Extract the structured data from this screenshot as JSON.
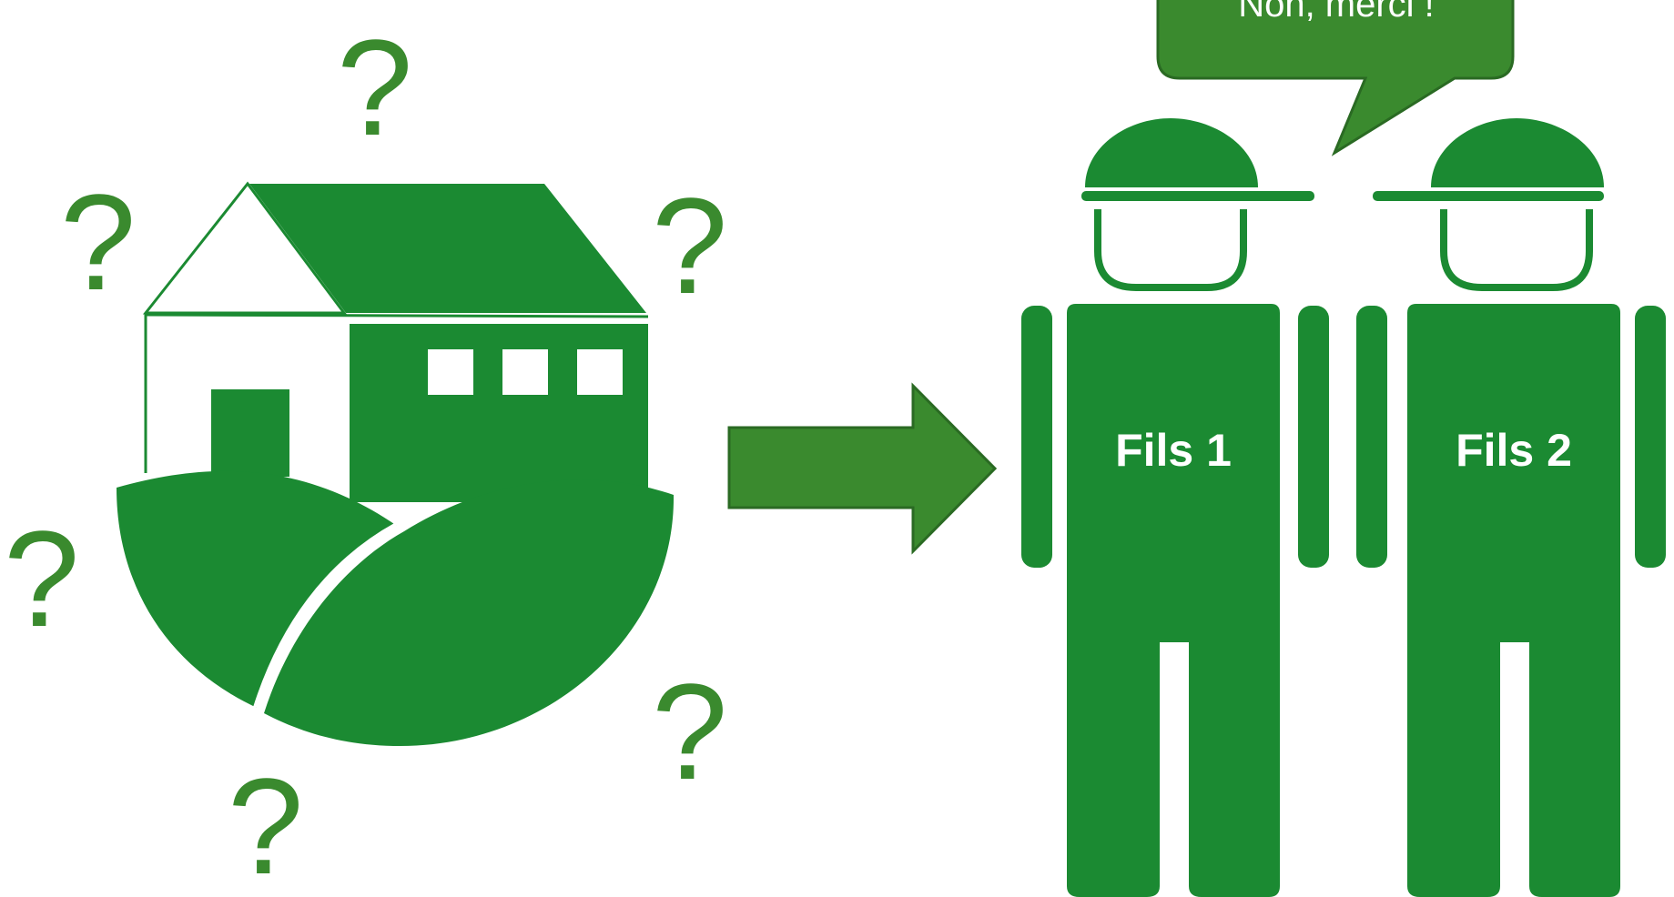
{
  "question_mark": "?",
  "speech_bubble": {
    "text": "Non, merci !"
  },
  "sons": [
    {
      "label": "Fils 1"
    },
    {
      "label": "Fils 2"
    }
  ],
  "colors": {
    "primary_green": "#1b8a32",
    "light_green": "#3a8a2e",
    "dark_outline": "#2a6a23",
    "background": "#ffffff"
  }
}
